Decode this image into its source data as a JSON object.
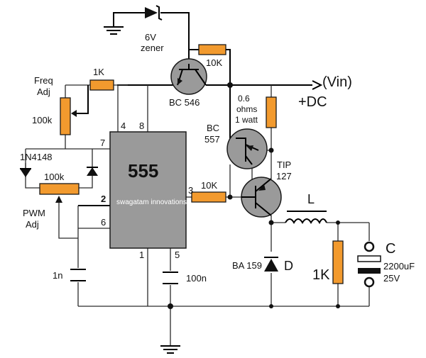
{
  "components": {
    "zener_label": "6V",
    "zener_label2": "zener",
    "r_top": "10K",
    "bc546": "BC 546",
    "vin": "(Vin)",
    "dc": "+DC",
    "freq_label1": "Freq",
    "freq_label2": "Adj",
    "r_1k_top": "1K",
    "pot_100k_top": "100k",
    "diode_1n4148": "1N4148",
    "pwm_pot": "100k",
    "pwm_label1": "PWM",
    "pwm_label2": "Adj",
    "chip": "555",
    "watermark": "swagatam innovations",
    "pin4": "4",
    "pin8": "8",
    "pin7": "7",
    "pin2": "2",
    "pin6": "6",
    "pin3": "3",
    "pin1": "1",
    "pin5": "5",
    "cap_1n": "1n",
    "cap_100n": "100n",
    "sense_r1": "0.6",
    "sense_r2": "ohms",
    "sense_r3": "1 watt",
    "bc557_1": "BC",
    "bc557_2": "557",
    "tip_1": "TIP",
    "tip_2": "127",
    "r_base": "10K",
    "inductor": "L",
    "diode_ba159": "BA 159",
    "diode_d": "D",
    "load_r": "1K",
    "cap_c": "C",
    "cap_val1": "2200uF",
    "cap_val2": "25V"
  }
}
